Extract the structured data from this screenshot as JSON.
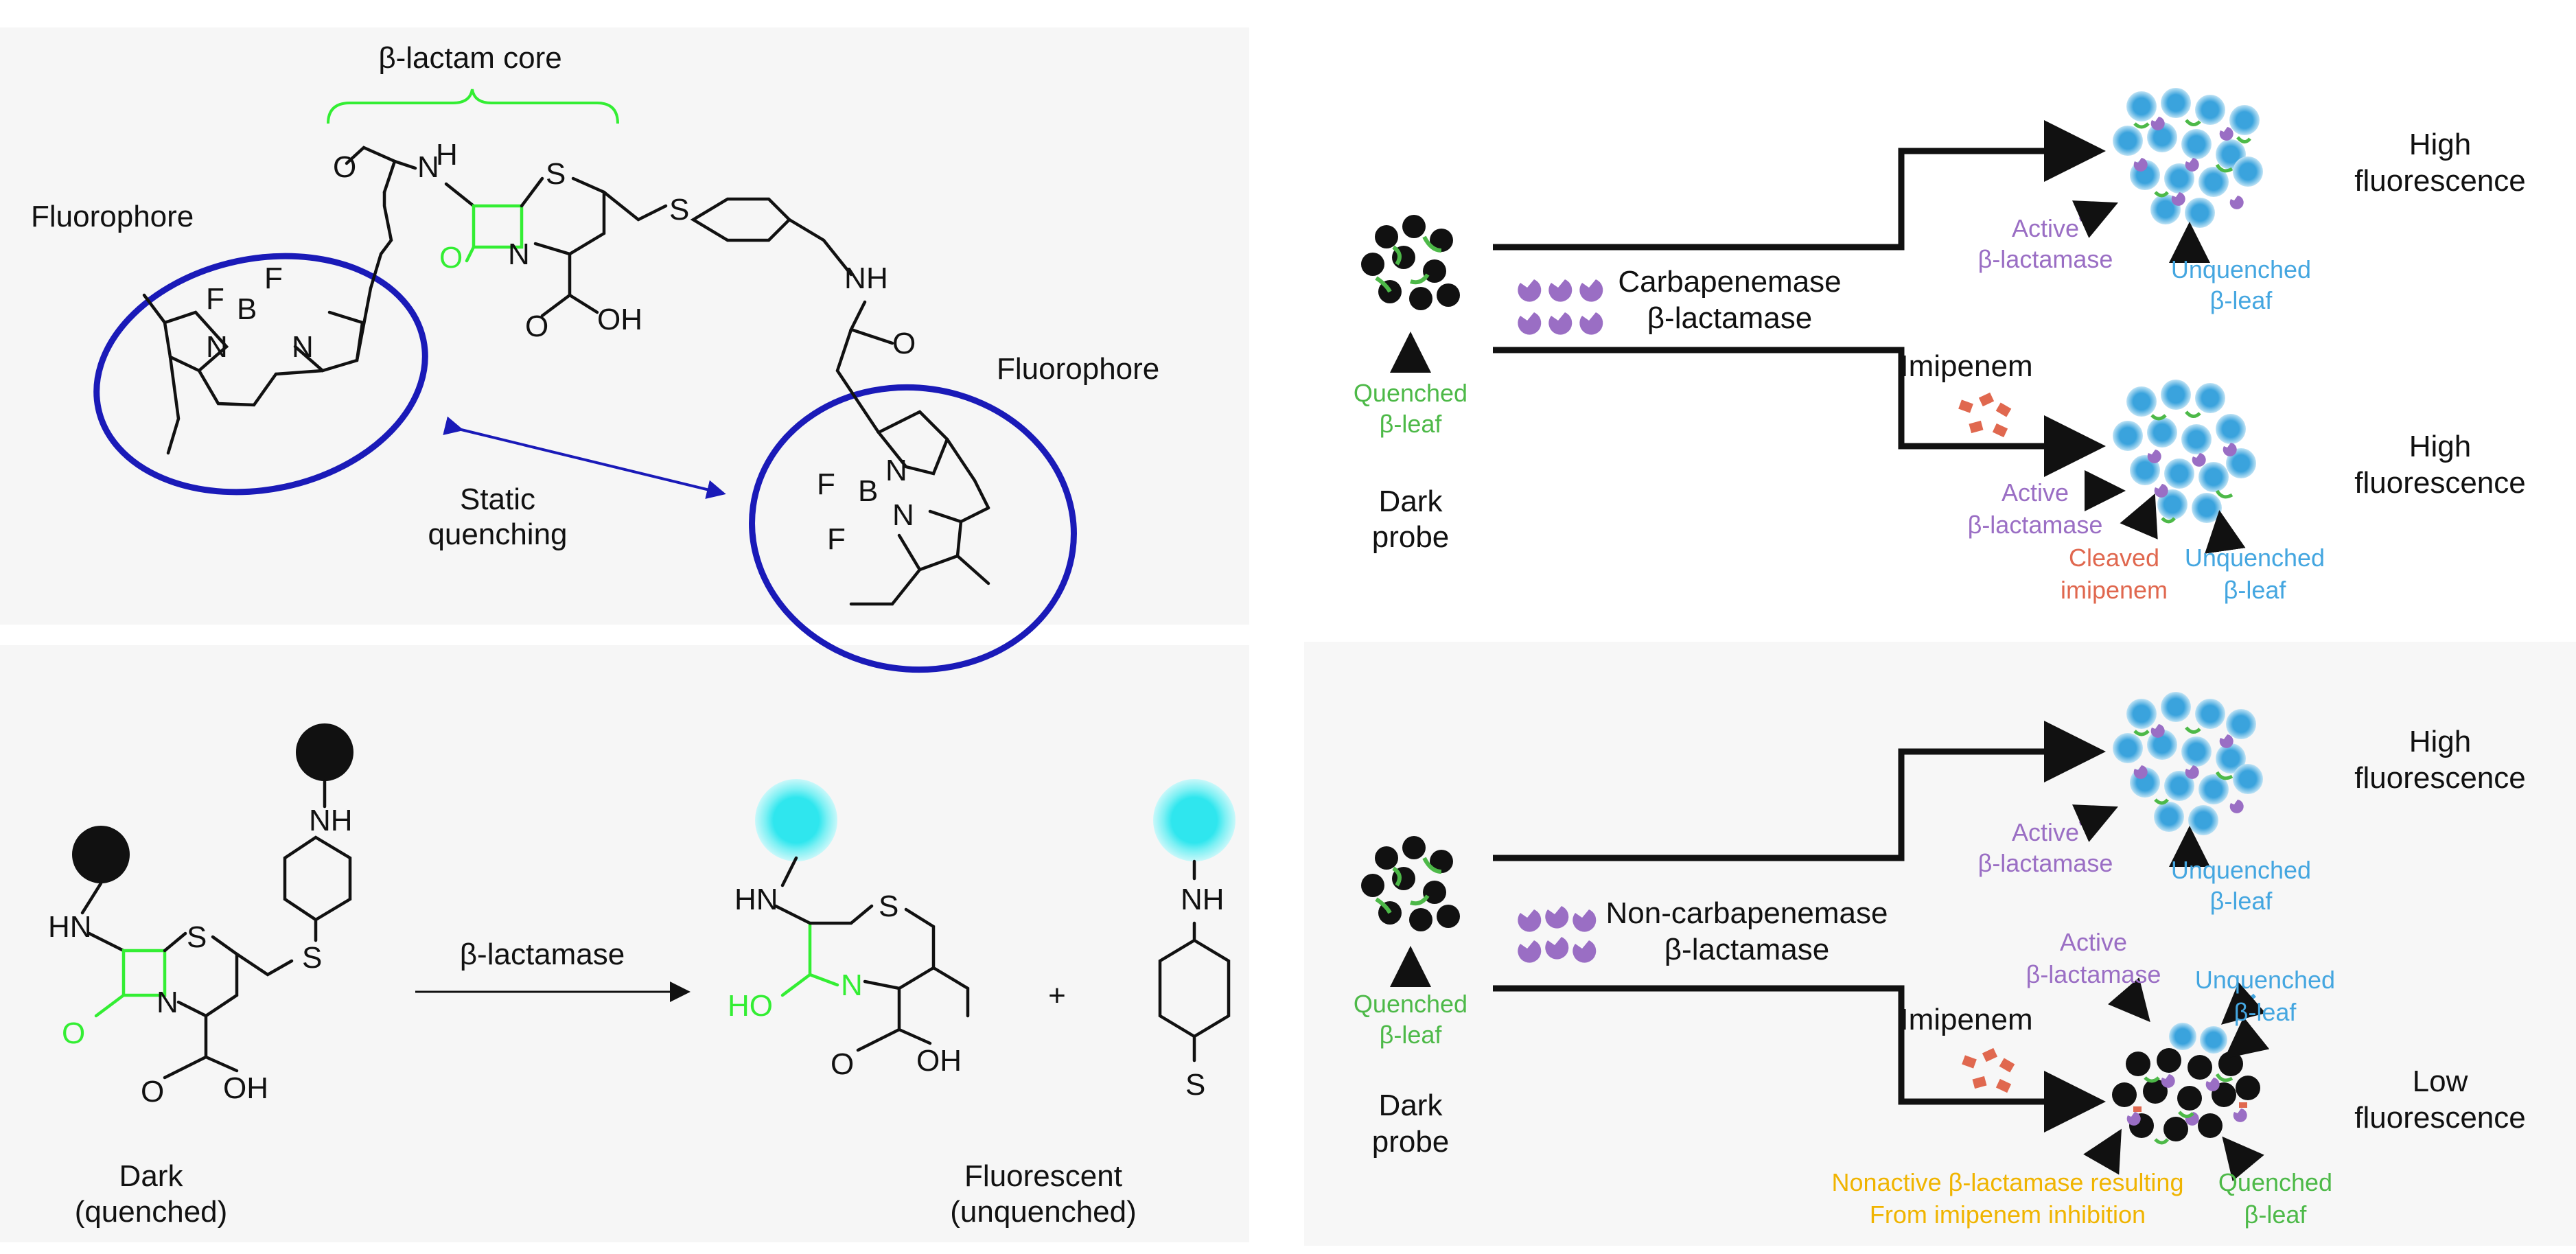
{
  "top_left": {
    "core_label": "β-lactam core",
    "fluorophore_left": "Fluorophore",
    "fluorophore_right": "Fluorophore",
    "quenching_line1": "Static",
    "quenching_line2": "quenching"
  },
  "bottom_left": {
    "arrow_label": "β-lactamase",
    "dark_line1": "Dark",
    "dark_line2": "(quenched)",
    "fluor_line1": "Fluorescent",
    "fluor_line2": "(unquenched)",
    "plus": "+"
  },
  "atoms": {
    "N": "N",
    "H": "H",
    "NH": "NH",
    "HN": "HN",
    "S": "S",
    "O": "O",
    "OH": "OH",
    "HO": "HO",
    "B": "B",
    "F": "F"
  },
  "top_right": {
    "enzyme_line1": "Carbapenemase",
    "enzyme_line2": "β-lactamase",
    "drug": "Imipenem",
    "out1_line1": "High",
    "out1_line2": "fluorescence",
    "out2_line1": "High",
    "out2_line2": "fluorescence",
    "active1_line1": "Active",
    "active1_line2": "β-lactamase",
    "unq1_line1": "Unquenched",
    "unq1_line2": "β-leaf",
    "active2_line1": "Active",
    "active2_line2": "β-lactamase",
    "cleaved_line1": "Cleaved",
    "cleaved_line2": "imipenem",
    "unq2_line1": "Unquenched",
    "unq2_line2": "β-leaf",
    "quenched_line1": "Quenched",
    "quenched_line2": "β-leaf",
    "probe_line1": "Dark",
    "probe_line2": "probe"
  },
  "bottom_right": {
    "enzyme_line1": "Non-carbapenemase",
    "enzyme_line2": "β-lactamase",
    "drug": "Imipenem",
    "out1_line1": "High",
    "out1_line2": "fluorescence",
    "out2_line1": "Low",
    "out2_line2": "fluorescence",
    "active1_line1": "Active",
    "active1_line2": "β-lactamase",
    "unq1_line1": "Unquenched",
    "unq1_line2": "β-leaf",
    "active2_line1": "Active",
    "active2_line2": "β-lactamase",
    "unq2_line1": "Unquenched",
    "unq2_line2": "β-leaf",
    "nonactive_line1": "Nonactive β-lactamase resulting",
    "nonactive_line2": "From imipenem inhibition",
    "quenched2_line1": "Quenched",
    "quenched2_line2": "β-leaf",
    "quenched_line1": "Quenched",
    "quenched_line2": "β-leaf",
    "probe_line1": "Dark",
    "probe_line2": "probe"
  },
  "colors": {
    "ring": "#1a1ab8",
    "lactam_green": "#33ee33",
    "active_purple": "#9a6ec4",
    "unquenched_blue": "#44a6e0",
    "quenched_green": "#4db948",
    "cleaved_orange": "#e0684f",
    "nonactive_gold": "#f0b400"
  }
}
